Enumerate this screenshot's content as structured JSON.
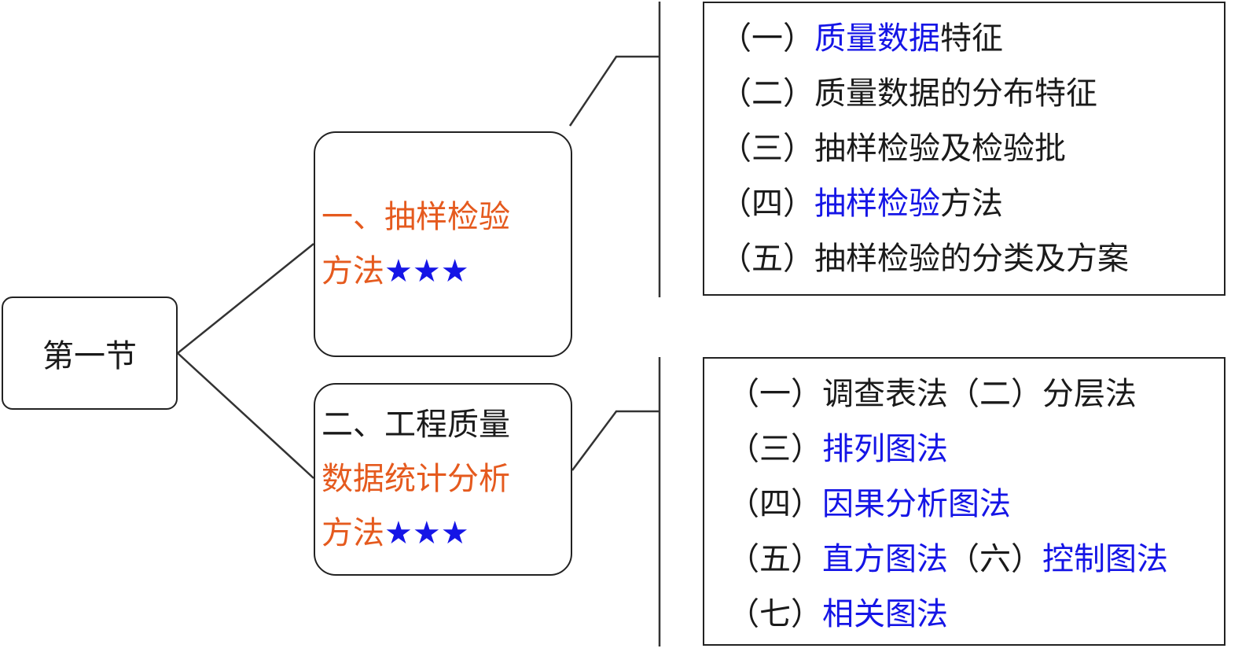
{
  "colors": {
    "text": "#1a1a1a",
    "highlight_blue": "#1515e6",
    "highlight_orange": "#e55a1e",
    "stroke": "#222222"
  },
  "root": {
    "label": "第一节"
  },
  "topics": [
    {
      "line1": "一、抽样检验",
      "line2_text": "方法",
      "line2_stars": "★★★"
    },
    {
      "line1": "二、工程质量",
      "line2": "数据统计分析",
      "line3_text": "方法",
      "line3_stars": "★★★"
    }
  ],
  "details_1": [
    {
      "prefix": "（一）",
      "highlight": "质量数据",
      "suffix": "特征"
    },
    {
      "prefix": "（二）",
      "text": "质量数据的分布特征"
    },
    {
      "prefix": "（三）",
      "text": "抽样检验及检验批"
    },
    {
      "prefix": "（四）",
      "highlight": "抽样检验",
      "suffix": "方法"
    },
    {
      "prefix": "（五）",
      "text": "抽样检验的分类及方案"
    }
  ],
  "details_2": [
    {
      "prefix": "（一）",
      "text": "调查表法",
      "prefix2": "（二）",
      "text2": "分层法"
    },
    {
      "prefix": "（三）",
      "highlight": "排列图法"
    },
    {
      "prefix": "（四）",
      "highlight": "因果分析图法"
    },
    {
      "prefix": "（五）",
      "highlight": "直方图法",
      "prefix2": "（六）",
      "highlight2": "控制图法"
    },
    {
      "prefix": "（七）",
      "highlight": "相关图法"
    }
  ]
}
